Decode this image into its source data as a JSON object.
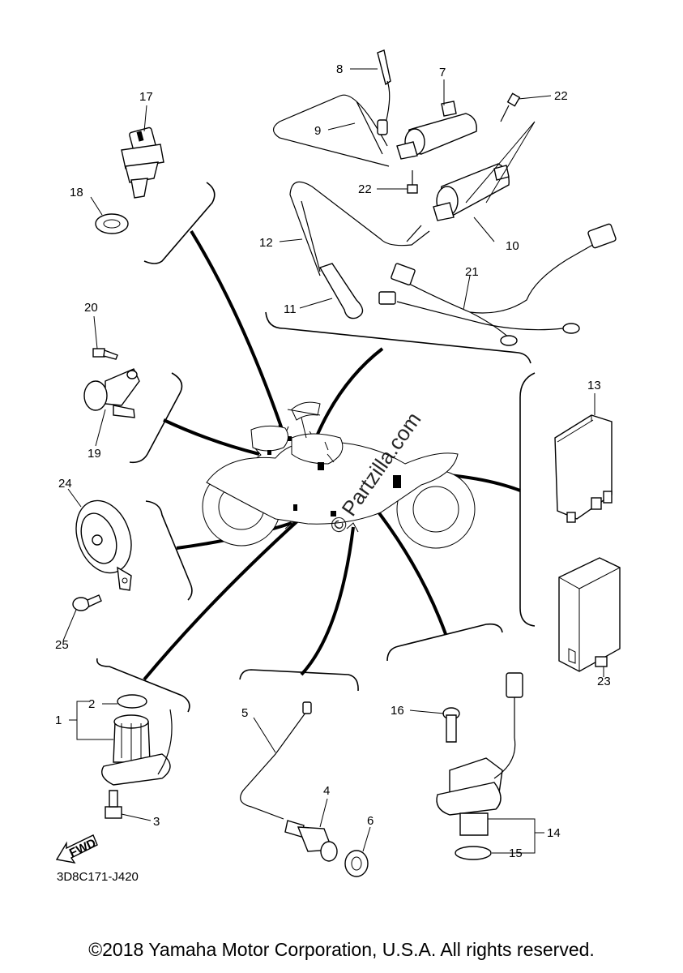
{
  "part_labels": [
    "1",
    "2",
    "3",
    "4",
    "5",
    "6",
    "7",
    "8",
    "9",
    "10",
    "11",
    "12",
    "13",
    "14",
    "15",
    "16",
    "17",
    "18",
    "19",
    "20",
    "21",
    "22",
    "22",
    "23",
    "24",
    "25"
  ],
  "fwd_label": "FWD",
  "diagram_code": "3D8C171-J420",
  "watermark": "© Partzilla.com",
  "copyright": "©2018 Yamaha Motor Corporation, U.S.A. All rights reserved."
}
